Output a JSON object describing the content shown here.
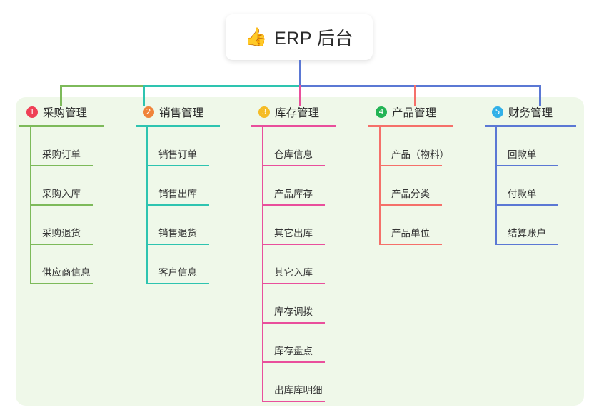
{
  "diagram": {
    "type": "mindmap",
    "title": "ERP 后台 功能结构图",
    "root": {
      "icon": "thumbs-up-icon",
      "icon_glyph": "👍",
      "label": "ERP 后台"
    },
    "panel_color": "#eff8e9",
    "background_color": "#ffffff",
    "branches": [
      {
        "index": "1",
        "badge_glyph": "①",
        "badge_number": "1",
        "badge_color": "#ef4056",
        "line_color": "#7dba5a",
        "title": "采购管理",
        "leaves": [
          {
            "label": "采购订单"
          },
          {
            "label": "采购入库"
          },
          {
            "label": "采购退货"
          },
          {
            "label": "供应商信息"
          }
        ]
      },
      {
        "index": "2",
        "badge_glyph": "②",
        "badge_number": "2",
        "badge_color": "#f0833a",
        "line_color": "#2ec4b0",
        "title": "销售管理",
        "leaves": [
          {
            "label": "销售订单"
          },
          {
            "label": "销售出库"
          },
          {
            "label": "销售退货"
          },
          {
            "label": "客户信息"
          }
        ]
      },
      {
        "index": "3",
        "badge_glyph": "③",
        "badge_number": "3",
        "badge_color": "#f5bc26",
        "line_color": "#e94f9c",
        "title": "库存管理",
        "leaves": [
          {
            "label": "仓库信息"
          },
          {
            "label": "产品库存"
          },
          {
            "label": "其它出库"
          },
          {
            "label": "其它入库"
          },
          {
            "label": "库存调拨"
          },
          {
            "label": "库存盘点"
          },
          {
            "label": "出库库明细"
          }
        ]
      },
      {
        "index": "4",
        "badge_glyph": "④",
        "badge_number": "4",
        "badge_color": "#23b455",
        "line_color": "#f5706a",
        "title": "产品管理",
        "leaves": [
          {
            "label": "产品（物料）"
          },
          {
            "label": "产品分类"
          },
          {
            "label": "产品单位"
          }
        ]
      },
      {
        "index": "5",
        "badge_glyph": "⑤",
        "badge_number": "5",
        "badge_color": "#31b0e8",
        "line_color": "#5b78d4",
        "title": "财务管理",
        "leaves": [
          {
            "label": "回款单"
          },
          {
            "label": "付款单"
          },
          {
            "label": "结算账户"
          }
        ]
      }
    ],
    "connectors": {
      "root_stem_color": "#5b78d4",
      "bus_segments": [
        {
          "color": "#7dba5a"
        },
        {
          "color": "#2ec4b0"
        },
        {
          "color": "#5b78d4"
        }
      ]
    }
  }
}
